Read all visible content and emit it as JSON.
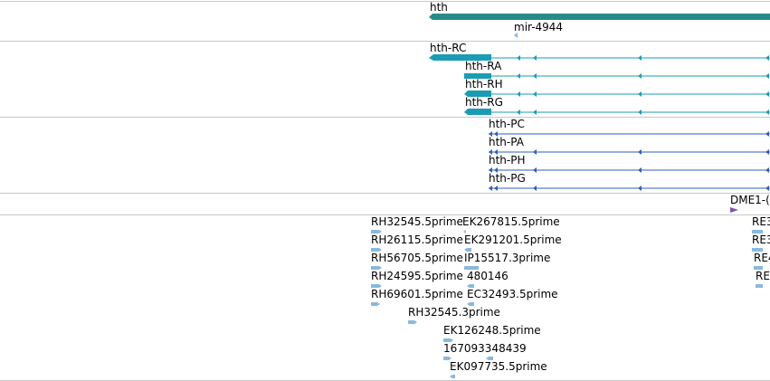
{
  "gene_track": {
    "gene_label": "hth",
    "mirna_label": "mir-4944"
  },
  "transcripts_group_1": [
    {
      "label": "hth-RC"
    },
    {
      "label": "hth-RA"
    },
    {
      "label": "hth-RH"
    },
    {
      "label": "hth-RG"
    }
  ],
  "transcripts_group_2": [
    {
      "label": "hth-PC"
    },
    {
      "label": "hth-PA"
    },
    {
      "label": "hth-PH"
    },
    {
      "label": "hth-PG"
    }
  ],
  "feature_track": {
    "label": "DME1-("
  },
  "est_track": {
    "items": [
      "RH32545.5prime",
      "EK267815.5prime",
      "RH26115.5prime",
      "EK291201.5prime",
      "RH56705.5prime",
      "IP15517.3prime",
      "RH24595.5prime",
      "480146",
      "RH69601.5prime",
      "EC32493.5prime",
      "RH32545.3prime",
      "EK126248.5prime",
      "167093348439",
      "EK097735.5prime",
      "RE3",
      "RE3",
      "RE4",
      "RE"
    ]
  },
  "colors": {
    "gene": "#2a8a8a",
    "transcript_group_1": "#1a9cb4",
    "transcript_group_2": "#2f5fb8",
    "feature": "#7a55b5",
    "est": "#89b9dc",
    "divider": "#c8c8c8"
  }
}
